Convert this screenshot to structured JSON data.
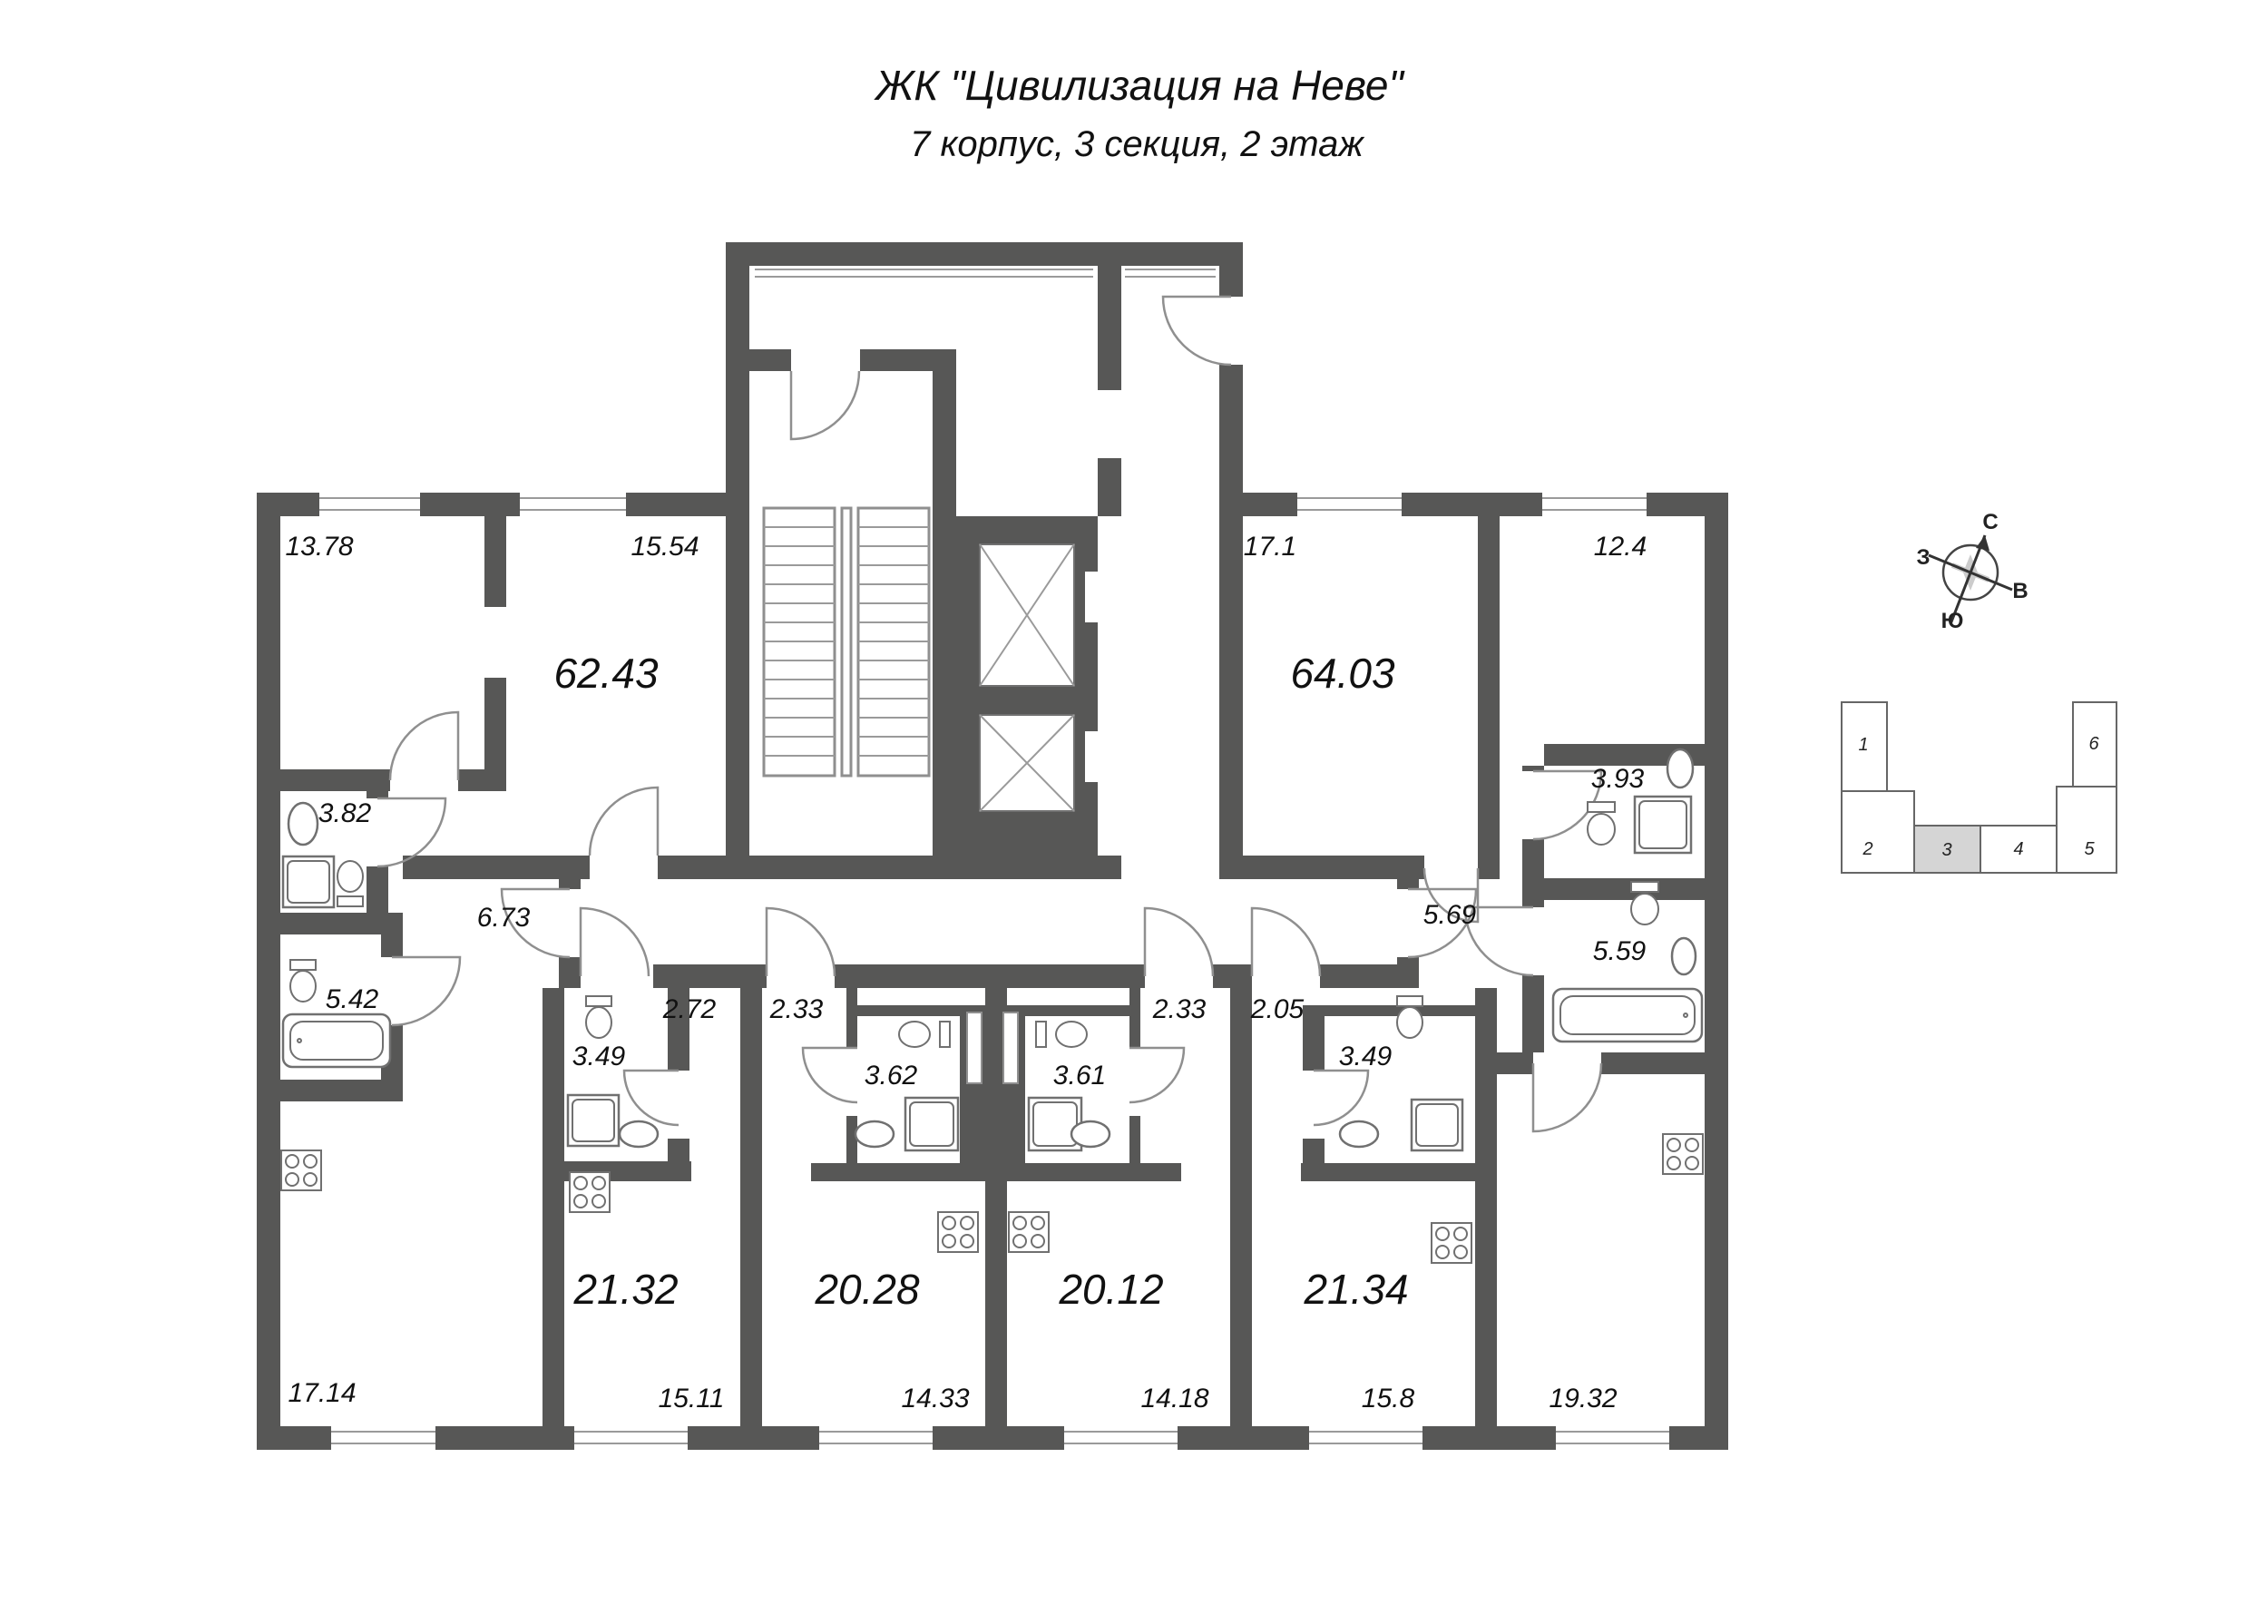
{
  "title": {
    "line1": "ЖК \"Цивилизация на Неве\"",
    "line2": "7 корпус, 3 секция, 2 этаж"
  },
  "colors": {
    "wall": "#575756",
    "line": "#8f8f8f",
    "text": "#111111",
    "active_section_fill": "#d5d5d5"
  },
  "plan": {
    "left_apartment": {
      "total": "62.43",
      "room1": "13.78",
      "room2": "15.54",
      "bath1": "3.82",
      "hall": "6.73",
      "bath2": "5.42",
      "kitchen_living": "17.14"
    },
    "right_apartment": {
      "total": "64.03",
      "room1": "17.1",
      "room2": "12.4",
      "bath1": "3.93",
      "hall": "5.69",
      "bath2": "5.59",
      "kitchen_living": "19.32"
    },
    "studio_a": {
      "total": "21.32",
      "bath": "3.49",
      "hall": "2.72",
      "room": "15.11"
    },
    "studio_b": {
      "total": "20.28",
      "hall": "2.33",
      "bath": "3.62",
      "room": "14.33"
    },
    "studio_c": {
      "total": "20.12",
      "bath": "3.61",
      "hall": "2.33",
      "room": "14.18"
    },
    "studio_d": {
      "total": "21.34",
      "hall": "2.05",
      "bath": "3.49",
      "room": "15.8"
    }
  },
  "compass": {
    "north": "С",
    "south": "Ю",
    "east": "В",
    "west": "З"
  },
  "key_plan": {
    "sections": [
      "1",
      "2",
      "3",
      "4",
      "5",
      "6"
    ],
    "active_section": "3"
  }
}
